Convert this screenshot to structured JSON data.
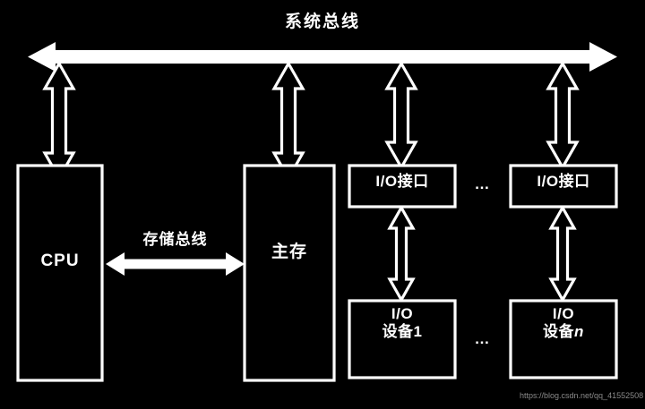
{
  "diagram": {
    "title": "系统总线",
    "background_color": "#000000",
    "stroke_color": "#ffffff",
    "watermark": "https://blog.csdn.net/qq_41552508",
    "boxes": {
      "cpu": "CPU",
      "main_memory": "主存",
      "io_interface_1": "I/O接口",
      "io_interface_n": "I/O接口",
      "io_device_1_line1": "I/O",
      "io_device_1_line2": "设备1",
      "io_device_n_line1": "I/O",
      "io_device_n_line2_prefix": "设备",
      "io_device_n_line2_var": "n"
    },
    "labels": {
      "memory_bus": "存储总线",
      "ellipsis_interfaces": "…",
      "ellipsis_devices": "…"
    }
  }
}
